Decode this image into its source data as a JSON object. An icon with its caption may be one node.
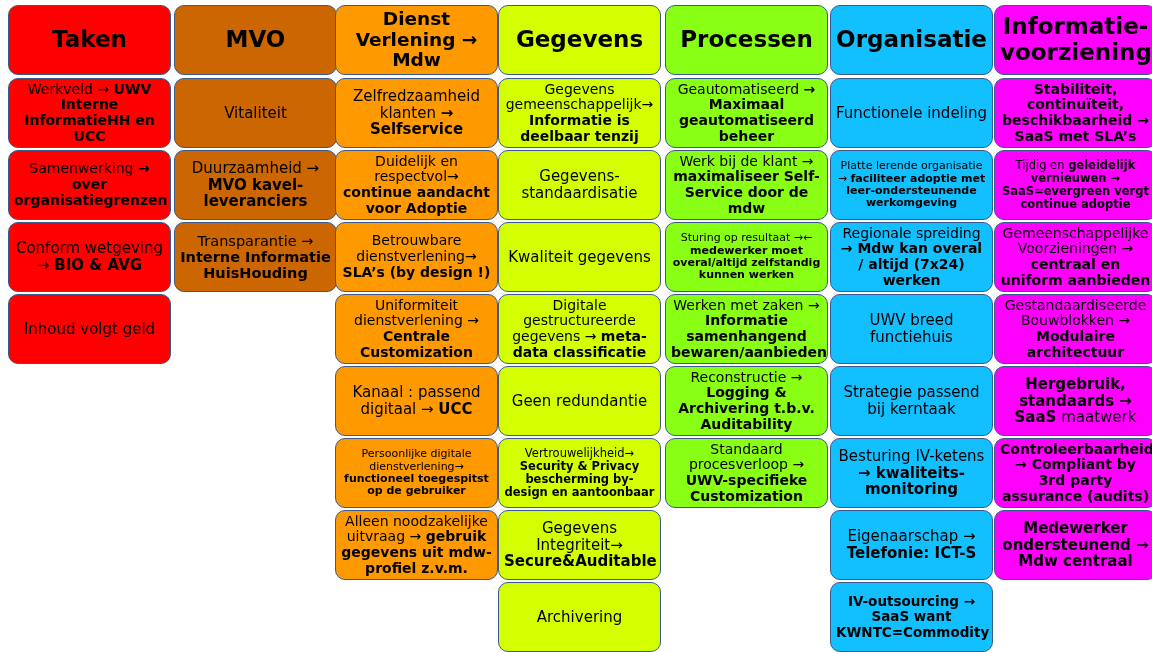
{
  "diagram": {
    "nodes": [
      {
        "text": [
          "Taken"
        ]
      },
      {
        "text": [
          "Werkveld → **UWV Interne InformatieHH en UCC**"
        ]
      },
      {
        "text": [
          "Samenwerking **→ over organisatiegrenzen**"
        ]
      },
      {
        "text": [
          "Conform wetgeving → **BIO & AVG**"
        ]
      },
      {
        "text": [
          "Inhoud volgt geld"
        ]
      },
      {
        "text": [
          "MVO"
        ]
      },
      {
        "text": [
          "Vitaliteit"
        ]
      },
      {
        "text": [
          "Duurzaamheid → **MVO kavel-leveranciers**"
        ]
      },
      {
        "text": [
          "Transparantie → **Interne Informatie HuisHouding**"
        ]
      },
      {
        "text": [
          "Dienst Verlening → Mdw"
        ]
      },
      {
        "text": [
          "Zelfredzaamheid klanten **→ Selfservice**"
        ]
      },
      {
        "text": [
          "Duidelijk en respectvol→ **continue aandacht voor Adoptie**"
        ]
      },
      {
        "text": [
          "Betrouwbare dienstverlening→ **SLA’s (by design !)**"
        ]
      },
      {
        "text": [
          "Uniformiteit dienstverlening → **Centrale Customization**"
        ]
      },
      {
        "text": [
          "Kanaal : passend digitaal → **UCC**"
        ]
      },
      {
        "text": [
          "Persoonlijke digitale dienstverlening→ **functioneel toegespitst op de gebruiker**"
        ]
      },
      {
        "text": [
          "Alleen noodzakelijke uitvraag → **gebruik gegevens uit mdw-profiel z.v.m.**"
        ]
      },
      {
        "text": [
          "Gegevens"
        ]
      },
      {
        "text": [
          "Gegevens gemeenschappelijk→ **Informatie is deelbaar tenzij**"
        ]
      },
      {
        "text": [
          "Gegevens-standaardisatie"
        ]
      },
      {
        "text": [
          "Kwaliteit gegevens"
        ]
      },
      {
        "text": [
          "Digitale gestructureerde gegevens → **meta-data classificatie**"
        ]
      },
      {
        "text": [
          "Geen redundantie"
        ]
      },
      {
        "text": [
          "Vertrouwelijkheid→ **Security & Privacy bescherming by-design en aantoonbaar**"
        ]
      },
      {
        "text": [
          "Gegevens Integriteit→ **Secure&Auditable**"
        ]
      },
      {
        "text": [
          "Archivering"
        ]
      },
      {
        "text": [
          "Processen"
        ]
      },
      {
        "text": [
          "Geautomatiseerd **→ Maximaal geautomatiseerd beheer**"
        ]
      },
      {
        "text": [
          "Werk bij de klant → **maximaliseer Self-Service door de mdw**"
        ]
      },
      {
        "text": [
          "Sturing op resultaat →← **medewerker moet overal/altijd zelfstandig kunnen werken**"
        ]
      },
      {
        "text": [
          "Werken met zaken → **Informatie samenhangend bewaren/aanbieden**"
        ]
      },
      {
        "text": [
          "Reconstructie → **Logging & Archivering t.b.v. Auditability**"
        ]
      },
      {
        "text": [
          "Standaard procesverloop → **UWV-specifieke Customization**"
        ]
      },
      {
        "text": [
          "Organisatie"
        ]
      },
      {
        "text": [
          "Functionele indeling"
        ]
      },
      {
        "text": [
          "Platte lerende organisatie → **faciliteer adoptie met leer-ondersteunende werkomgeving**"
        ]
      },
      {
        "text": [
          "Regionale spreiding **→ Mdw kan overal / altijd (7x24) werken**"
        ]
      },
      {
        "text": [
          "UWV breed functiehuis"
        ]
      },
      {
        "text": [
          "Strategie passend bij kerntaak"
        ]
      },
      {
        "text": [
          "Besturing IV-ketens **→ kwaliteits-monitoring**"
        ]
      },
      {
        "text": [
          "Eigenaarschap → **Telefonie: ICT-S**"
        ]
      },
      {
        "text": [
          "IV-outsourcing → SaaS want KWNTC=Commodity"
        ]
      },
      {
        "text": [
          "Informatie-voorziening"
        ]
      },
      {
        "text": [
          "Stabiliteit, continuïteit, beschikbaarheid → SaaS met SLA’s"
        ]
      },
      {
        "text": [
          "Tijdig en **geleidelijk vernieuwen → SaaS=evergreen vergt continue adoptie**"
        ]
      },
      {
        "text": [
          "Gemeenschappelijke Voorzieningen → **centraal en uniform aanbieden**"
        ]
      },
      {
        "text": [
          "Gestandaardiseerde Bouwblokken → **Modulaire architectuur**"
        ]
      },
      {
        "text": [
          "**Hergebruik, standaards → SaaS** maatwerk"
        ]
      },
      {
        "text": [
          "Controleerbaarheid → Compliant by 3rd party assurance (audits)"
        ]
      },
      {
        "text": [
          "Medewerker ondersteunend → Mdw centraal"
        ]
      }
    ]
  }
}
